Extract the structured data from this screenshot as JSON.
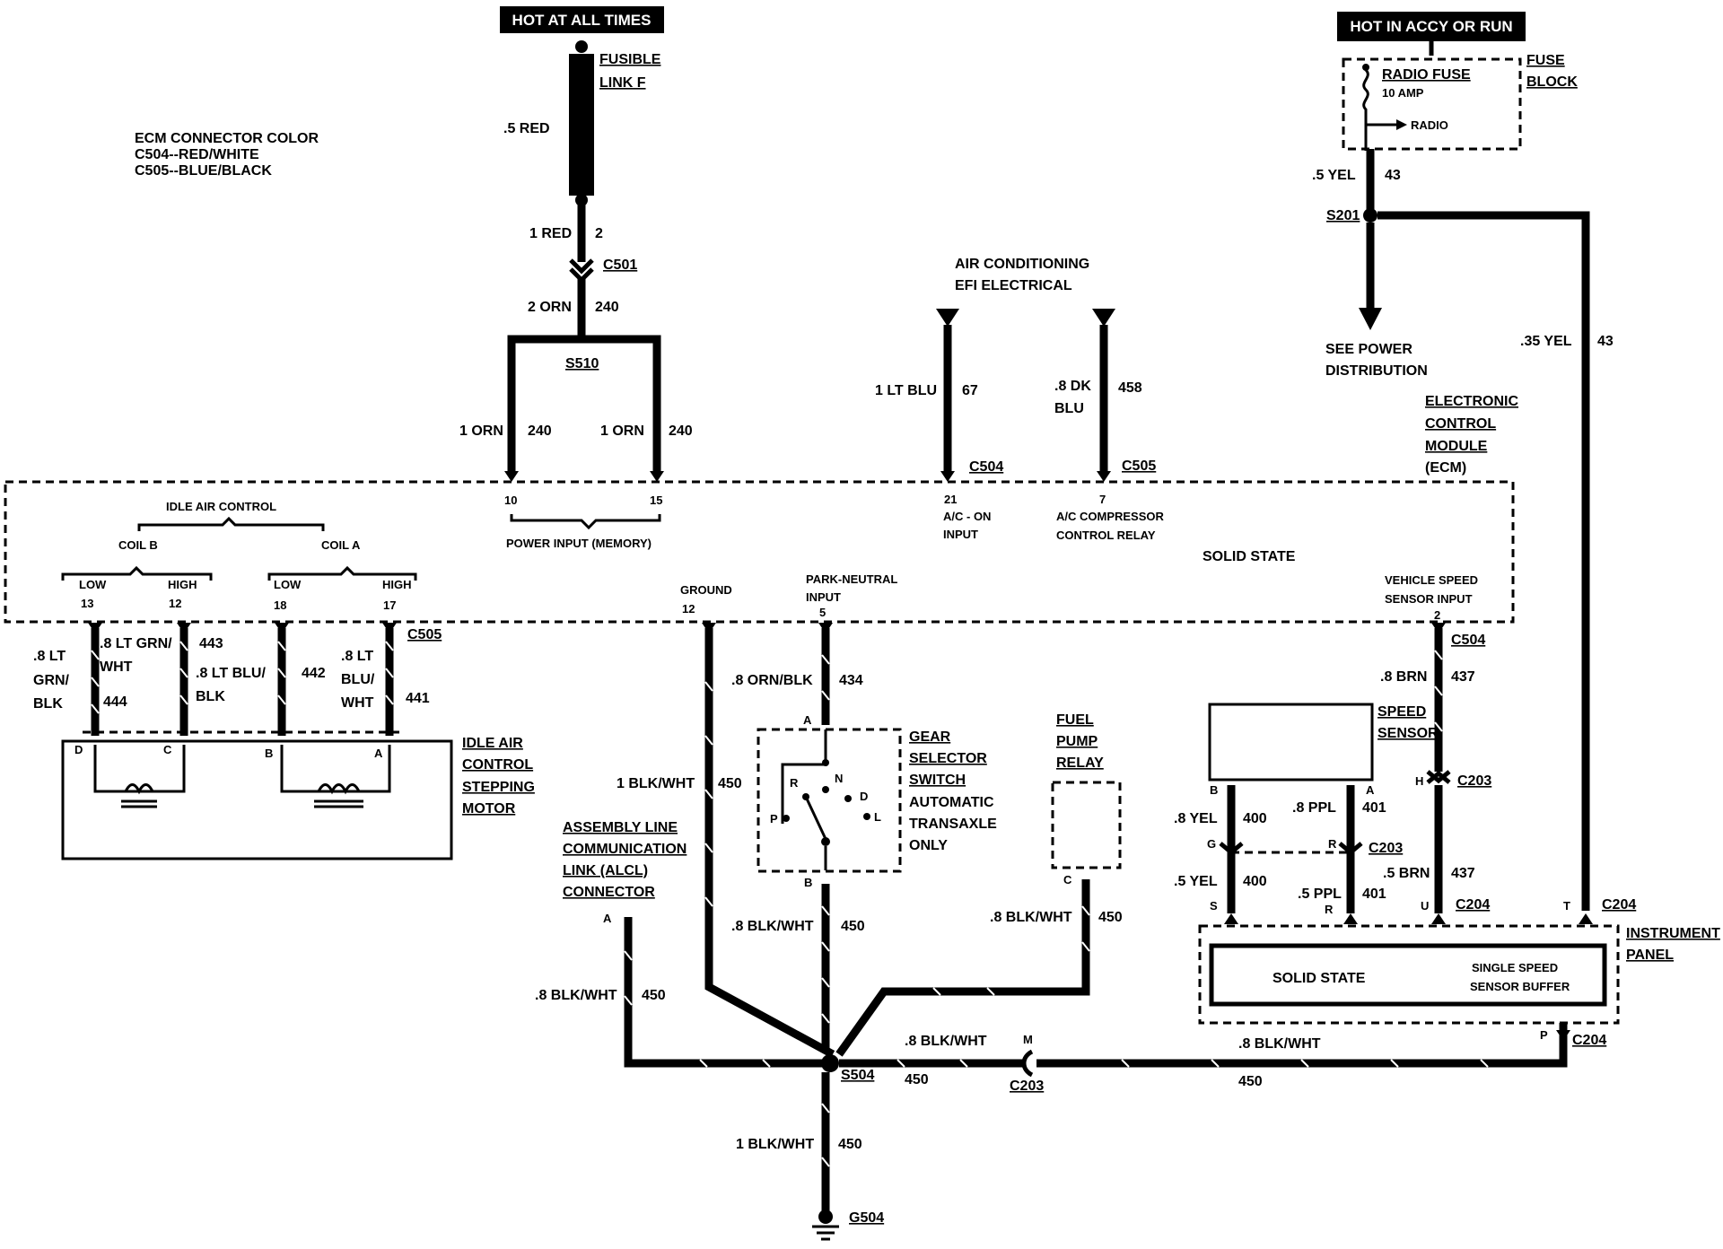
{
  "power": {
    "hot_always": "HOT AT ALL TIMES",
    "hot_accy": "HOT IN ACCY OR RUN",
    "fusible_link_1": "FUSIBLE",
    "fusible_link_2": "LINK F"
  },
  "ecm_color": {
    "title": "ECM CONNECTOR COLOR",
    "c504": "C504--RED/WHITE",
    "c505": "C505--BLUE/BLACK"
  },
  "fuse_block": {
    "radio_fuse": "RADIO FUSE",
    "amp": "10 AMP",
    "radio": "RADIO",
    "fuse": "FUSE",
    "block": "BLOCK"
  },
  "wires": {
    "w_5red": ".5 RED",
    "w_1red": "1 RED",
    "w_2": "2",
    "w_2orn": "2 ORN",
    "w_240": "240",
    "w_1orn": "1 ORN",
    "w_5yel": ".5 YEL",
    "w_43": "43",
    "w_35yel": ".35 YEL",
    "w_1ltblu": "1 LT BLU",
    "w_67": "67",
    "w_8dk": ".8 DK",
    "w_blu": "BLU",
    "w_458": "458",
    "w_8ltgrn_a": ".8 LT",
    "w_8ltgrn_b": "GRN/",
    "w_8ltgrn_c": "BLK",
    "w_444": "444",
    "w_8ltgrnwht_a": ".8 LT GRN/",
    "w_8ltgrnwht_b": "WHT",
    "w_443": "443",
    "w_8ltbluw_a": ".8 LT BLU/",
    "w_8ltbluw_b": "BLK",
    "w_442": "442",
    "w_8ltblu2_a": ".8 LT",
    "w_8ltblu2_b": "BLU/",
    "w_8ltblu2_c": "WHT",
    "w_441": "441",
    "w_8ornblk": ".8 ORN/BLK",
    "w_434": "434",
    "w_1blkwht": "1 BLK/WHT",
    "w_450": "450",
    "w_8blkwht": ".8 BLK/WHT",
    "w_8brn": ".8 BRN",
    "w_437": "437",
    "w_5brn": ".5 BRN",
    "w_8yel": ".8 YEL",
    "w_400": "400",
    "w_5yel2": ".5 YEL",
    "w_8ppl": ".8 PPL",
    "w_401": "401",
    "w_5ppl": ".5 PPL"
  },
  "connectors": {
    "c501": "C501",
    "s510": "S510",
    "s201": "S201",
    "c504": "C504",
    "c505": "C505",
    "c203": "C203",
    "c204": "C204",
    "s504": "S504",
    "g504": "G504",
    "m": "M"
  },
  "ac": {
    "line1": "AIR CONDITIONING",
    "line2": "EFI ELECTRICAL"
  },
  "see_power": {
    "line1": "SEE POWER",
    "line2": "DISTRIBUTION"
  },
  "ecm": {
    "t1": "ELECTRONIC",
    "t2": "CONTROL",
    "t3": "MODULE",
    "t4": "(ECM)",
    "solid_state": "SOLID STATE",
    "power_input": "POWER INPUT (MEMORY)",
    "pin10": "10",
    "pin15": "15",
    "pin21": "21",
    "pin7": "7",
    "ac_on_1": "A/C - ON",
    "ac_on_2": "INPUT",
    "ac_comp_1": "A/C COMPRESSOR",
    "ac_comp_2": "CONTROL RELAY",
    "idle_air": "IDLE AIR CONTROL",
    "coil_b": "COIL B",
    "coil_a": "COIL A",
    "low": "LOW",
    "high": "HIGH",
    "pin13": "13",
    "pin12": "12",
    "pin18": "18",
    "pin17": "17",
    "ground": "GROUND",
    "ground_pin": "12",
    "pn_1": "PARK-NEUTRAL",
    "pn_2": "INPUT",
    "pn_pin": "5",
    "vss_1": "VEHICLE SPEED",
    "vss_2": "SENSOR INPUT",
    "vss_pin": "2"
  },
  "iac_motor": {
    "l1": "IDLE AIR",
    "l2": "CONTROL",
    "l3": "STEPPING",
    "l4": "MOTOR",
    "d": "D",
    "c": "C",
    "b": "B",
    "a": "A"
  },
  "gear": {
    "l1": "GEAR",
    "l2": "SELECTOR",
    "l3": "SWITCH",
    "l4": "AUTOMATIC",
    "l5": "TRANSAXLE",
    "l6": "ONLY",
    "a": "A",
    "b": "B",
    "r": "R",
    "n": "N",
    "d": "D",
    "p": "P",
    "l": "L"
  },
  "fuel": {
    "l1": "FUEL",
    "l2": "PUMP",
    "l3": "RELAY",
    "c": "C"
  },
  "alcl": {
    "l1": "ASSEMBLY LINE",
    "l2": "COMMUNICATION",
    "l3": "LINK (ALCL)",
    "l4": "CONNECTOR",
    "a": "A"
  },
  "speed_sensor": {
    "l1": "SPEED",
    "l2": "SENSOR",
    "b": "B",
    "a": "A",
    "g": "G",
    "r": "R",
    "h": "H",
    "s": "S",
    "u": "U",
    "t": "T",
    "p": "P"
  },
  "ip": {
    "l1": "INSTRUMENT",
    "l2": "PANEL",
    "solid_state": "SOLID STATE",
    "buf1": "SINGLE SPEED",
    "buf2": "SENSOR BUFFER"
  }
}
